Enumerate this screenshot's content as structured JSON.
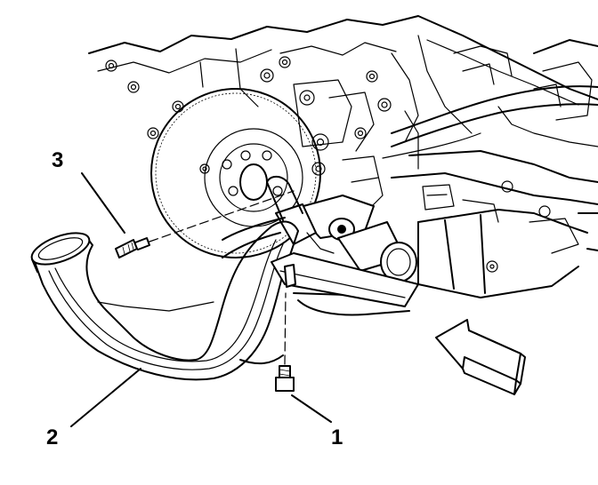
{
  "callouts": [
    {
      "id": "1",
      "label": "1"
    },
    {
      "id": "2",
      "label": "2"
    },
    {
      "id": "3",
      "label": "3"
    }
  ],
  "icons": {
    "direction_arrow": "forward-direction-arrow-icon",
    "flywheel": "flywheel-icon",
    "starter_motor": "starter-motor-icon",
    "bolt": "bolt-icon",
    "brace": "flywheel-inspection-cover-icon"
  },
  "colors": {
    "line": "#000000",
    "background": "#ffffff"
  }
}
